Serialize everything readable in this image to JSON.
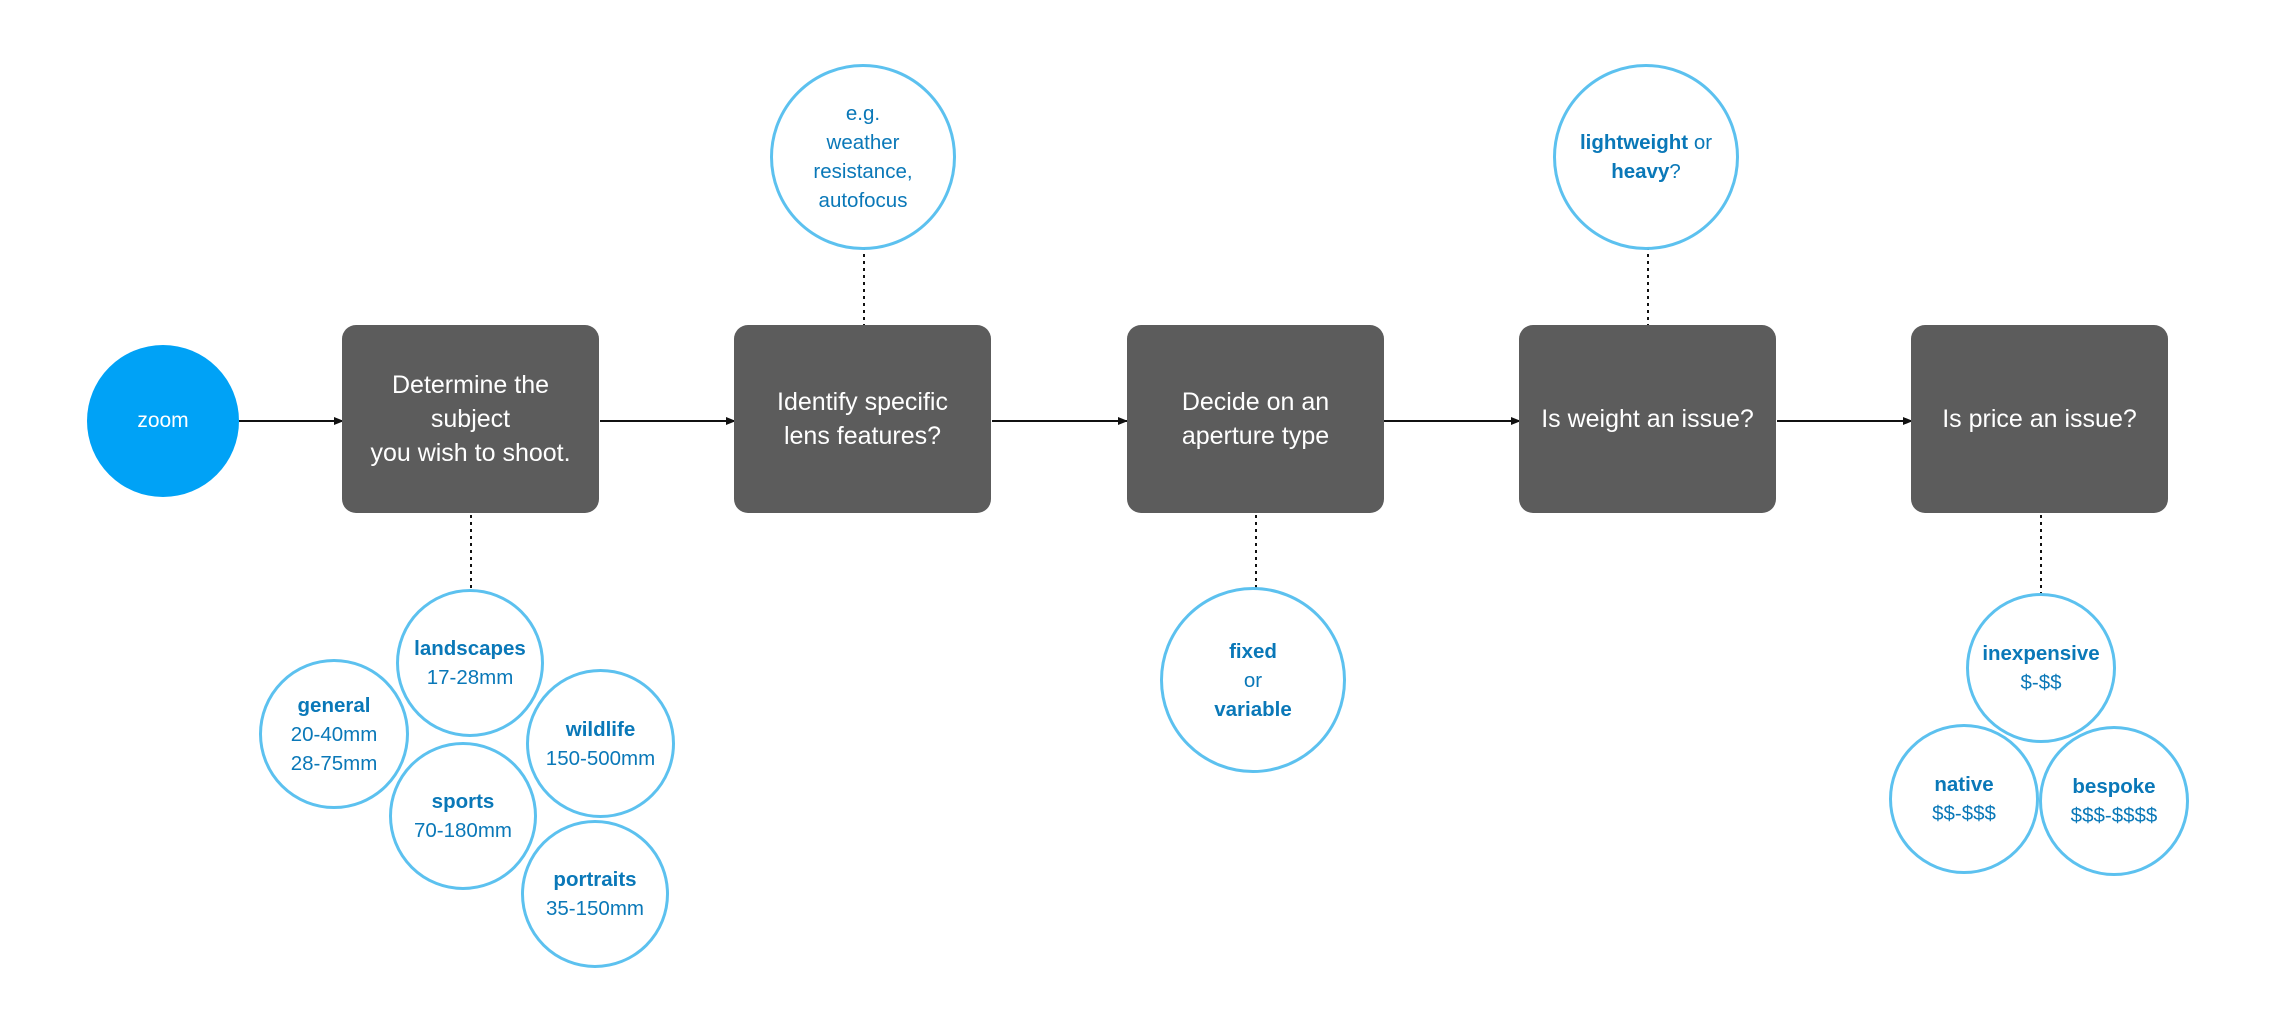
{
  "start": {
    "label": "zoom"
  },
  "steps": [
    {
      "line1": "Determine the subject",
      "line2": "you wish to shoot."
    },
    {
      "line1": "Identify specific",
      "line2": "lens features?"
    },
    {
      "line1": "Decide on an",
      "line2": "aperture type"
    },
    {
      "line1": "Is weight an issue?",
      "line2": ""
    },
    {
      "line1": "Is price an issue?",
      "line2": ""
    }
  ],
  "subjects": {
    "landscapes": {
      "name": "landscapes",
      "range": "17-28mm"
    },
    "general": {
      "name": "general",
      "range1": "20-40mm",
      "range2": "28-75mm"
    },
    "wildlife": {
      "name": "wildlife",
      "range": "150-500mm"
    },
    "sports": {
      "name": "sports",
      "range": "70-180mm"
    },
    "portraits": {
      "name": "portraits",
      "range": "35-150mm"
    }
  },
  "features": {
    "line1": "e.g.",
    "line2": "weather",
    "line3": "resistance,",
    "line4": "autofocus"
  },
  "aperture": {
    "fixed": "fixed",
    "or": "or",
    "variable": "variable"
  },
  "weight": {
    "lightweight": "lightweight",
    "or": " or",
    "heavy": "heavy",
    "q": "?"
  },
  "price": {
    "inexpensive": {
      "name": "inexpensive",
      "range": "$-$$"
    },
    "native": {
      "name": "native",
      "range": "$$-$$$"
    },
    "bespoke": {
      "name": "bespoke",
      "range": "$$$-$$$$"
    }
  },
  "colors": {
    "step_fill": "#5c5c5c",
    "start_fill": "#00a2f6",
    "bubble_border": "#5cc1ef",
    "bubble_text": "#0a78b8"
  }
}
